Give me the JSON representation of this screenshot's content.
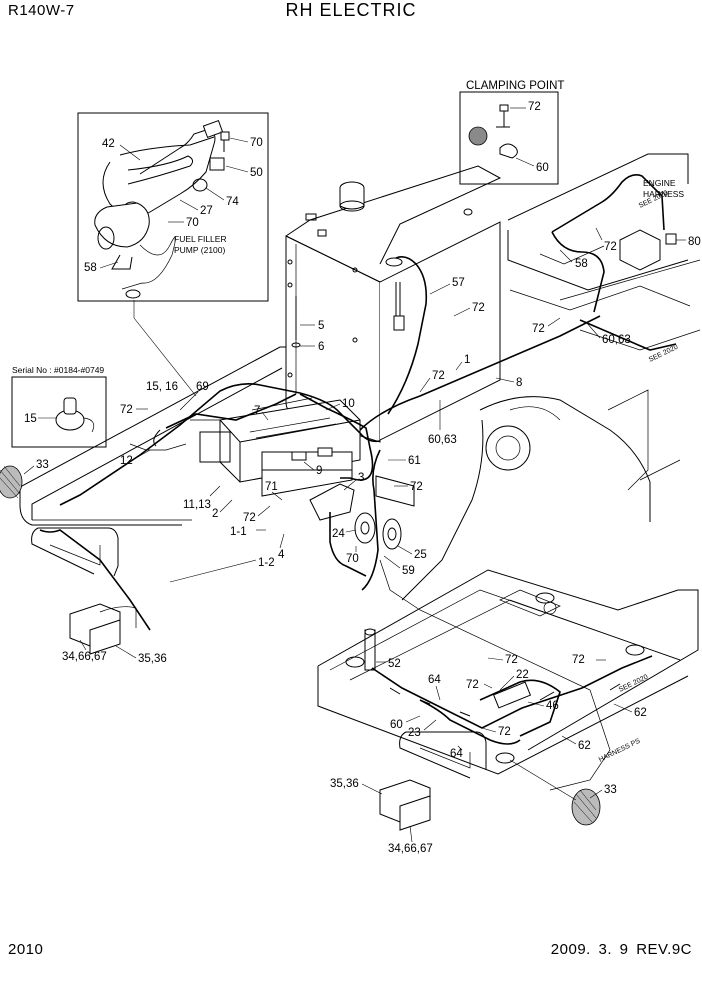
{
  "header": {
    "model": "R140W-7",
    "title": "RH ELECTRIC"
  },
  "footer": {
    "page_number": "2010",
    "revision": "2009. 3. 9  REV.9C"
  },
  "insets": {
    "clamping_point": {
      "title": "CLAMPING POINT",
      "labels": [
        "72",
        "60"
      ]
    },
    "fuel_pump": {
      "caption_line1": "FUEL FILLER",
      "caption_line2": "PUMP (2100)",
      "labels": [
        "42",
        "70",
        "50",
        "74",
        "27",
        "70",
        "58"
      ]
    },
    "serial": {
      "title": "Serial No : #0184-#0749",
      "labels": [
        "15"
      ]
    }
  },
  "notes": {
    "engine_harness_1": "ENGINE",
    "engine_harness_2": "HARNESS",
    "see_2020": "SEE 2020",
    "harness_ps": "HARNESS PS"
  },
  "callouts": {
    "c72a": "72",
    "c80": "80",
    "c72b": "72",
    "c58": "58",
    "c57": "57",
    "c72c": "72",
    "c72d": "72",
    "c6063a": "60,63",
    "c5": "5",
    "c6": "6",
    "c1": "1",
    "c8": "8",
    "c72e": "72",
    "c6063b": "60,63",
    "c1516": "15, 16",
    "c69": "69",
    "c72f": "72",
    "c10": "10",
    "c7": "7",
    "c12": "12",
    "c33a": "33",
    "c9": "9",
    "c61": "61",
    "c3": "3",
    "c72g": "72",
    "c71": "71",
    "c1113": "11,13",
    "c2": "2",
    "c72h": "72",
    "c11": "1-1",
    "c4": "4",
    "c12b": "1-2",
    "c24": "24",
    "c25": "25",
    "c70": "70",
    "c59": "59",
    "c346667a": "34,66,67",
    "c3536a": "35,36",
    "c52": "52",
    "c72i": "72",
    "c72j": "72",
    "c22": "22",
    "c72k": "72",
    "c64a": "64",
    "c46": "46",
    "c62a": "62",
    "c60": "60",
    "c23": "23",
    "c72l": "72",
    "c62b": "62",
    "c64b": "64",
    "c3536b": "35,36",
    "c33b": "33",
    "c346667b": "34,66,67"
  }
}
